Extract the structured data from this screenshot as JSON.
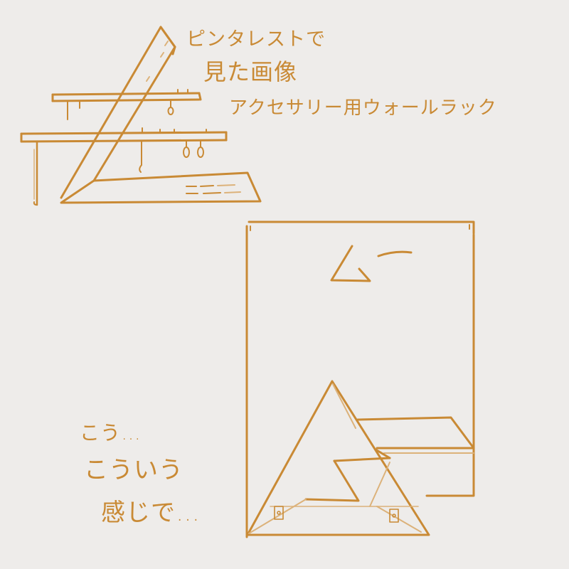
{
  "colors": {
    "background": "#eeecea",
    "ink": "#c98a35",
    "ink_light": "#dcb27a"
  },
  "notes": {
    "source_line_1": "ピンタレストで",
    "source_line_2": "見た画像",
    "item_name": "アクセサリー用ウォールラック",
    "mock_label": "ム一",
    "musing_1": "こう…",
    "musing_2": "こういう",
    "musing_3": "感じで…"
  }
}
